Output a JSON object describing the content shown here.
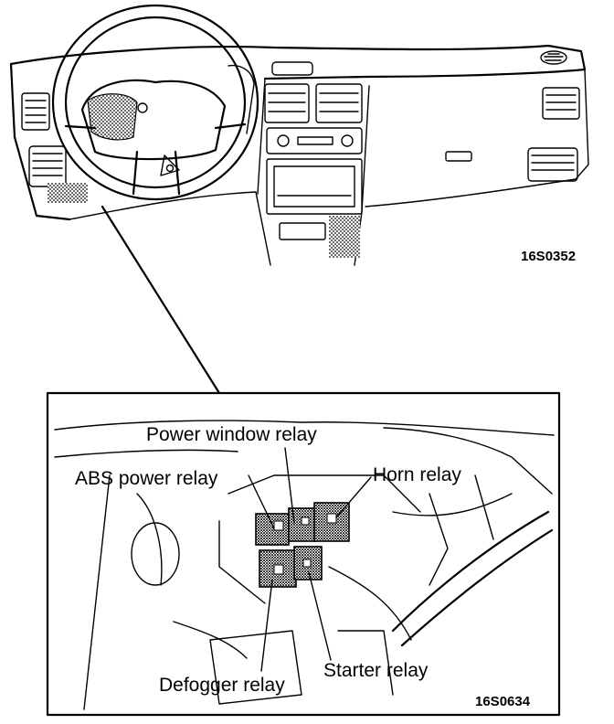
{
  "figure_codes": {
    "dashboard": "16S0352",
    "detail": "16S0634"
  },
  "relay_labels": {
    "power_window": "Power window relay",
    "abs_power": "ABS power relay",
    "horn": "Horn relay",
    "defogger": "Defogger relay",
    "starter": "Starter relay"
  }
}
